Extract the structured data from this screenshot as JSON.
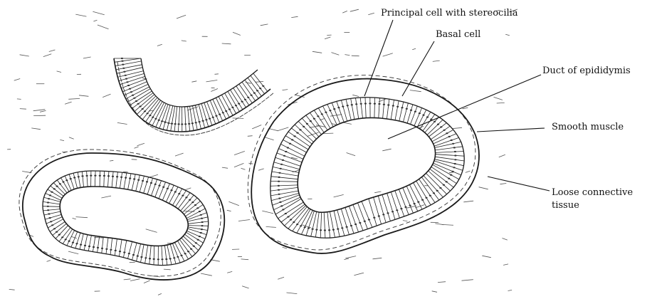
{
  "diagram": {
    "labels": {
      "principal_cell": "Principal cell with stereocilia",
      "basal_cell": "Basal cell",
      "duct": "Duct of epididymis",
      "smooth_muscle": "Smooth muscle",
      "loose_connective_line1": "Loose connective",
      "loose_connective_line2": "tissue"
    }
  }
}
